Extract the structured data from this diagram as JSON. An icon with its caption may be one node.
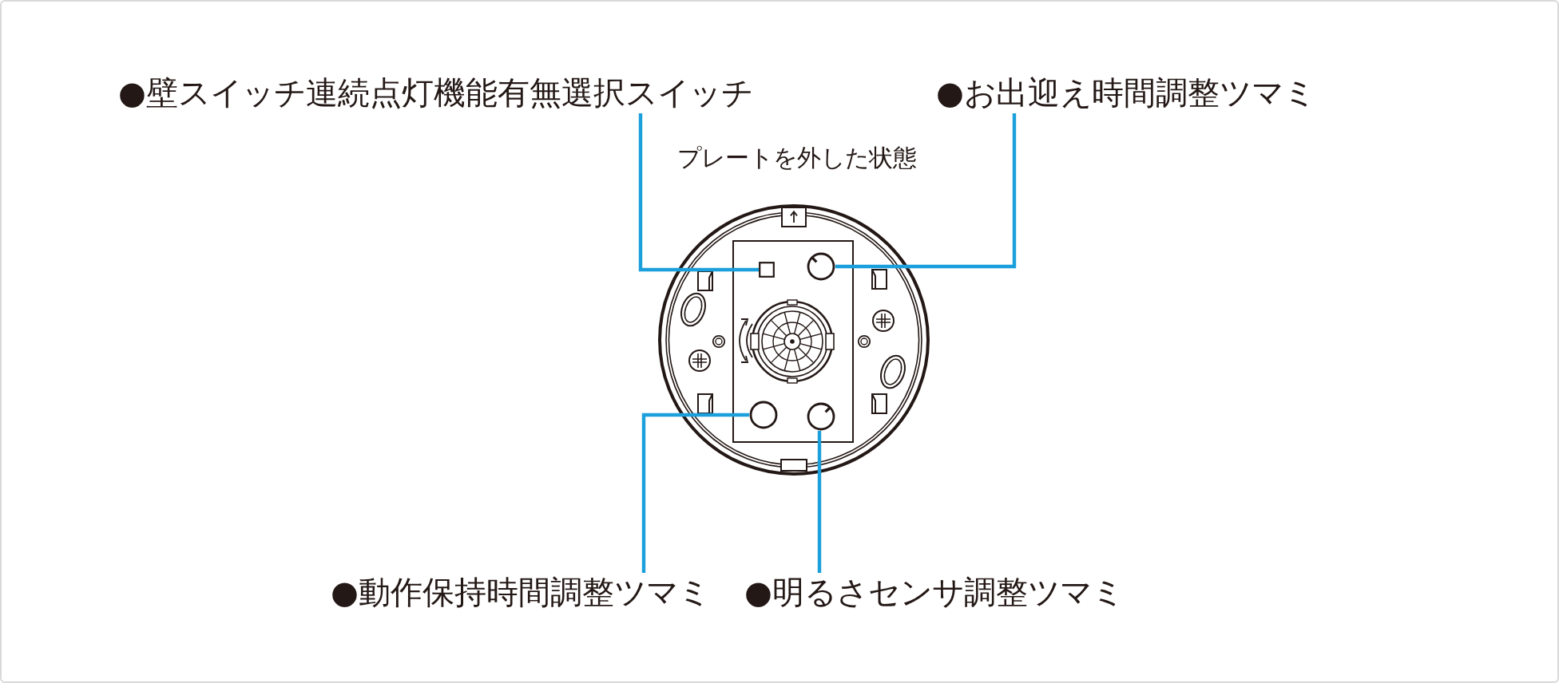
{
  "diagram": {
    "nodes": [
      {
        "text": [
          "●壁スイッチ連続点灯機能有無選択スイッチ"
        ]
      },
      {
        "text": [
          "●お出迎え時間調整ツマミ"
        ]
      },
      {
        "text": [],
        "shape": "box"
      },
      {
        "text": [],
        "shape": "circle"
      },
      {
        "text": [],
        "shape": "circle"
      },
      {
        "text": [],
        "shape": "circle"
      },
      {
        "text": [
          "●動作保持時間調整ツマミ"
        ]
      },
      {
        "text": [
          "●明るさセンサ調整ツマミ"
        ]
      }
    ],
    "edges": [
      {
        "from": 0,
        "to": 2,
        "arrow": "none"
      },
      {
        "from": 1,
        "to": 3,
        "arrow": "none"
      },
      {
        "from": 6,
        "to": 4,
        "arrow": "none"
      },
      {
        "from": 7,
        "to": 5,
        "arrow": "none"
      }
    ],
    "labels": [
      "プレートを外した状態"
    ]
  }
}
